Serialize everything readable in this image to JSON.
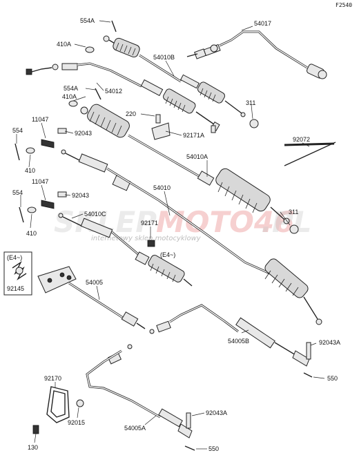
{
  "diagram_code": "F2540",
  "watermark": {
    "brand_a": "SKLEP",
    "brand_b": "MOTO46",
    "brand_c": ".PL",
    "tagline": "internetowy sklep motocyklowy",
    "color_gray": "#c8c8c8",
    "color_red": "#e87a7a"
  },
  "labels": {
    "p554A_top": "554A",
    "p54017": "54017",
    "p410A_top": "410A",
    "p54010B": "54010B",
    "p554A_mid": "554A",
    "p54012": "54012",
    "p410A_mid": "410A",
    "p311_top": "311",
    "p220": "220",
    "p11047_top": "11047",
    "p92043_top": "92043",
    "p92171A": "92171A",
    "p554_top": "554",
    "p92072": "92072",
    "p410_top": "410",
    "p54010A": "54010A",
    "p11047_mid": "11047",
    "p54010": "54010",
    "p554_mid": "554",
    "p92043_mid": "92043",
    "p311_mid": "311",
    "p54010C": "54010C",
    "p410_mid": "410",
    "p92171": "92171",
    "p_e4_a": "(E4~)",
    "p_e4_b": "(E4~)",
    "p92145": "92145",
    "p54005": "54005",
    "p54005B": "54005B",
    "p92043A_a": "92043A",
    "p550_a": "550",
    "p92170": "92170",
    "p92015": "92015",
    "p54005A": "54005A",
    "p92043A_b": "92043A",
    "p550_b": "550",
    "p130": "130"
  }
}
